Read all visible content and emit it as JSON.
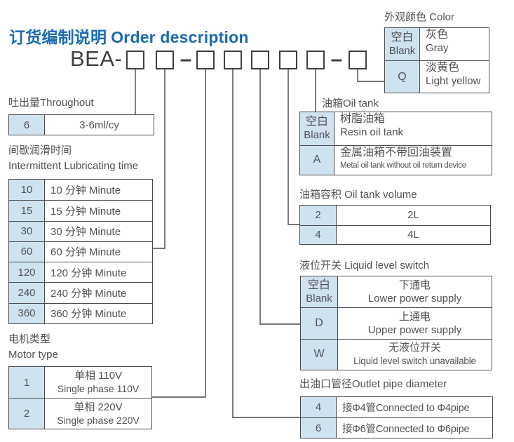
{
  "title": {
    "zh": "订货编制说明",
    "en": "Order description"
  },
  "code": {
    "prefix": "BEA-",
    "separator": "–"
  },
  "palette": {
    "title_blue": "#1b6ab3",
    "cell_blue": "#cfe2f0",
    "line_gray": "#47484a",
    "text_gray": "#525356"
  },
  "throughput": {
    "label": "吐出量Throughout",
    "rows": [
      {
        "code": "6",
        "value": "3-6ml/cy"
      }
    ]
  },
  "lube": {
    "label_zh": "间歇润滑时间",
    "label_en": "Intermittent Lubricating time",
    "rows": [
      {
        "code": "10",
        "value": "10 分钟 Minute"
      },
      {
        "code": "15",
        "value": "15 分钟 Minute"
      },
      {
        "code": "30",
        "value": "30 分钟 Minute"
      },
      {
        "code": "60",
        "value": "60 分钟 Minute"
      },
      {
        "code": "120",
        "value": "120 分钟 Minute"
      },
      {
        "code": "240",
        "value": "240 分钟 Minute"
      },
      {
        "code": "360",
        "value": "360 分钟 Minute"
      }
    ]
  },
  "motor": {
    "label_zh": "电机类型",
    "label_en": "Motor type",
    "rows": [
      {
        "code": "1",
        "zh": "单相 110V",
        "en": "Single phase 110V"
      },
      {
        "code": "2",
        "zh": "单相 220V",
        "en": "Single phase 220V"
      }
    ]
  },
  "color": {
    "label": "外观颜色 Color",
    "rows": [
      {
        "code_zh": "空白",
        "code_en": "Blank",
        "zh": "灰色",
        "en": "Gray"
      },
      {
        "code": "Q",
        "zh": "淡黄色",
        "en": "Light yellow"
      }
    ]
  },
  "tank": {
    "label": "油箱Oil tank",
    "rows": [
      {
        "code_zh": "空白",
        "code_en": "Blank",
        "zh": "树脂油箱",
        "en": "Resin oil tank"
      },
      {
        "code": "A",
        "zh": "金属油箱不带回油装置",
        "en": "Metal oil tank without oil return device"
      }
    ]
  },
  "volume": {
    "label": "油箱容积 Oil tank volume",
    "rows": [
      {
        "code": "2",
        "value": "2L"
      },
      {
        "code": "4",
        "value": "4L"
      }
    ]
  },
  "switch": {
    "label": "液位开关 Liquid level switch",
    "rows": [
      {
        "code_zh": "空白",
        "code_en": "Blank",
        "zh": "下通电",
        "en": "Lower power supply"
      },
      {
        "code": "D",
        "zh": "上通电",
        "en": "Upper power supply"
      },
      {
        "code": "W",
        "zh": "无液位开关",
        "en": "Liquid level switch unavailable"
      }
    ]
  },
  "outlet": {
    "label": "出油口管径Outlet pipe diameter",
    "rows": [
      {
        "code": "4",
        "value": "接Φ4管Connected to Φ4pipe"
      },
      {
        "code": "6",
        "value": "接Φ6管Connected to Φ6pipe"
      }
    ]
  }
}
